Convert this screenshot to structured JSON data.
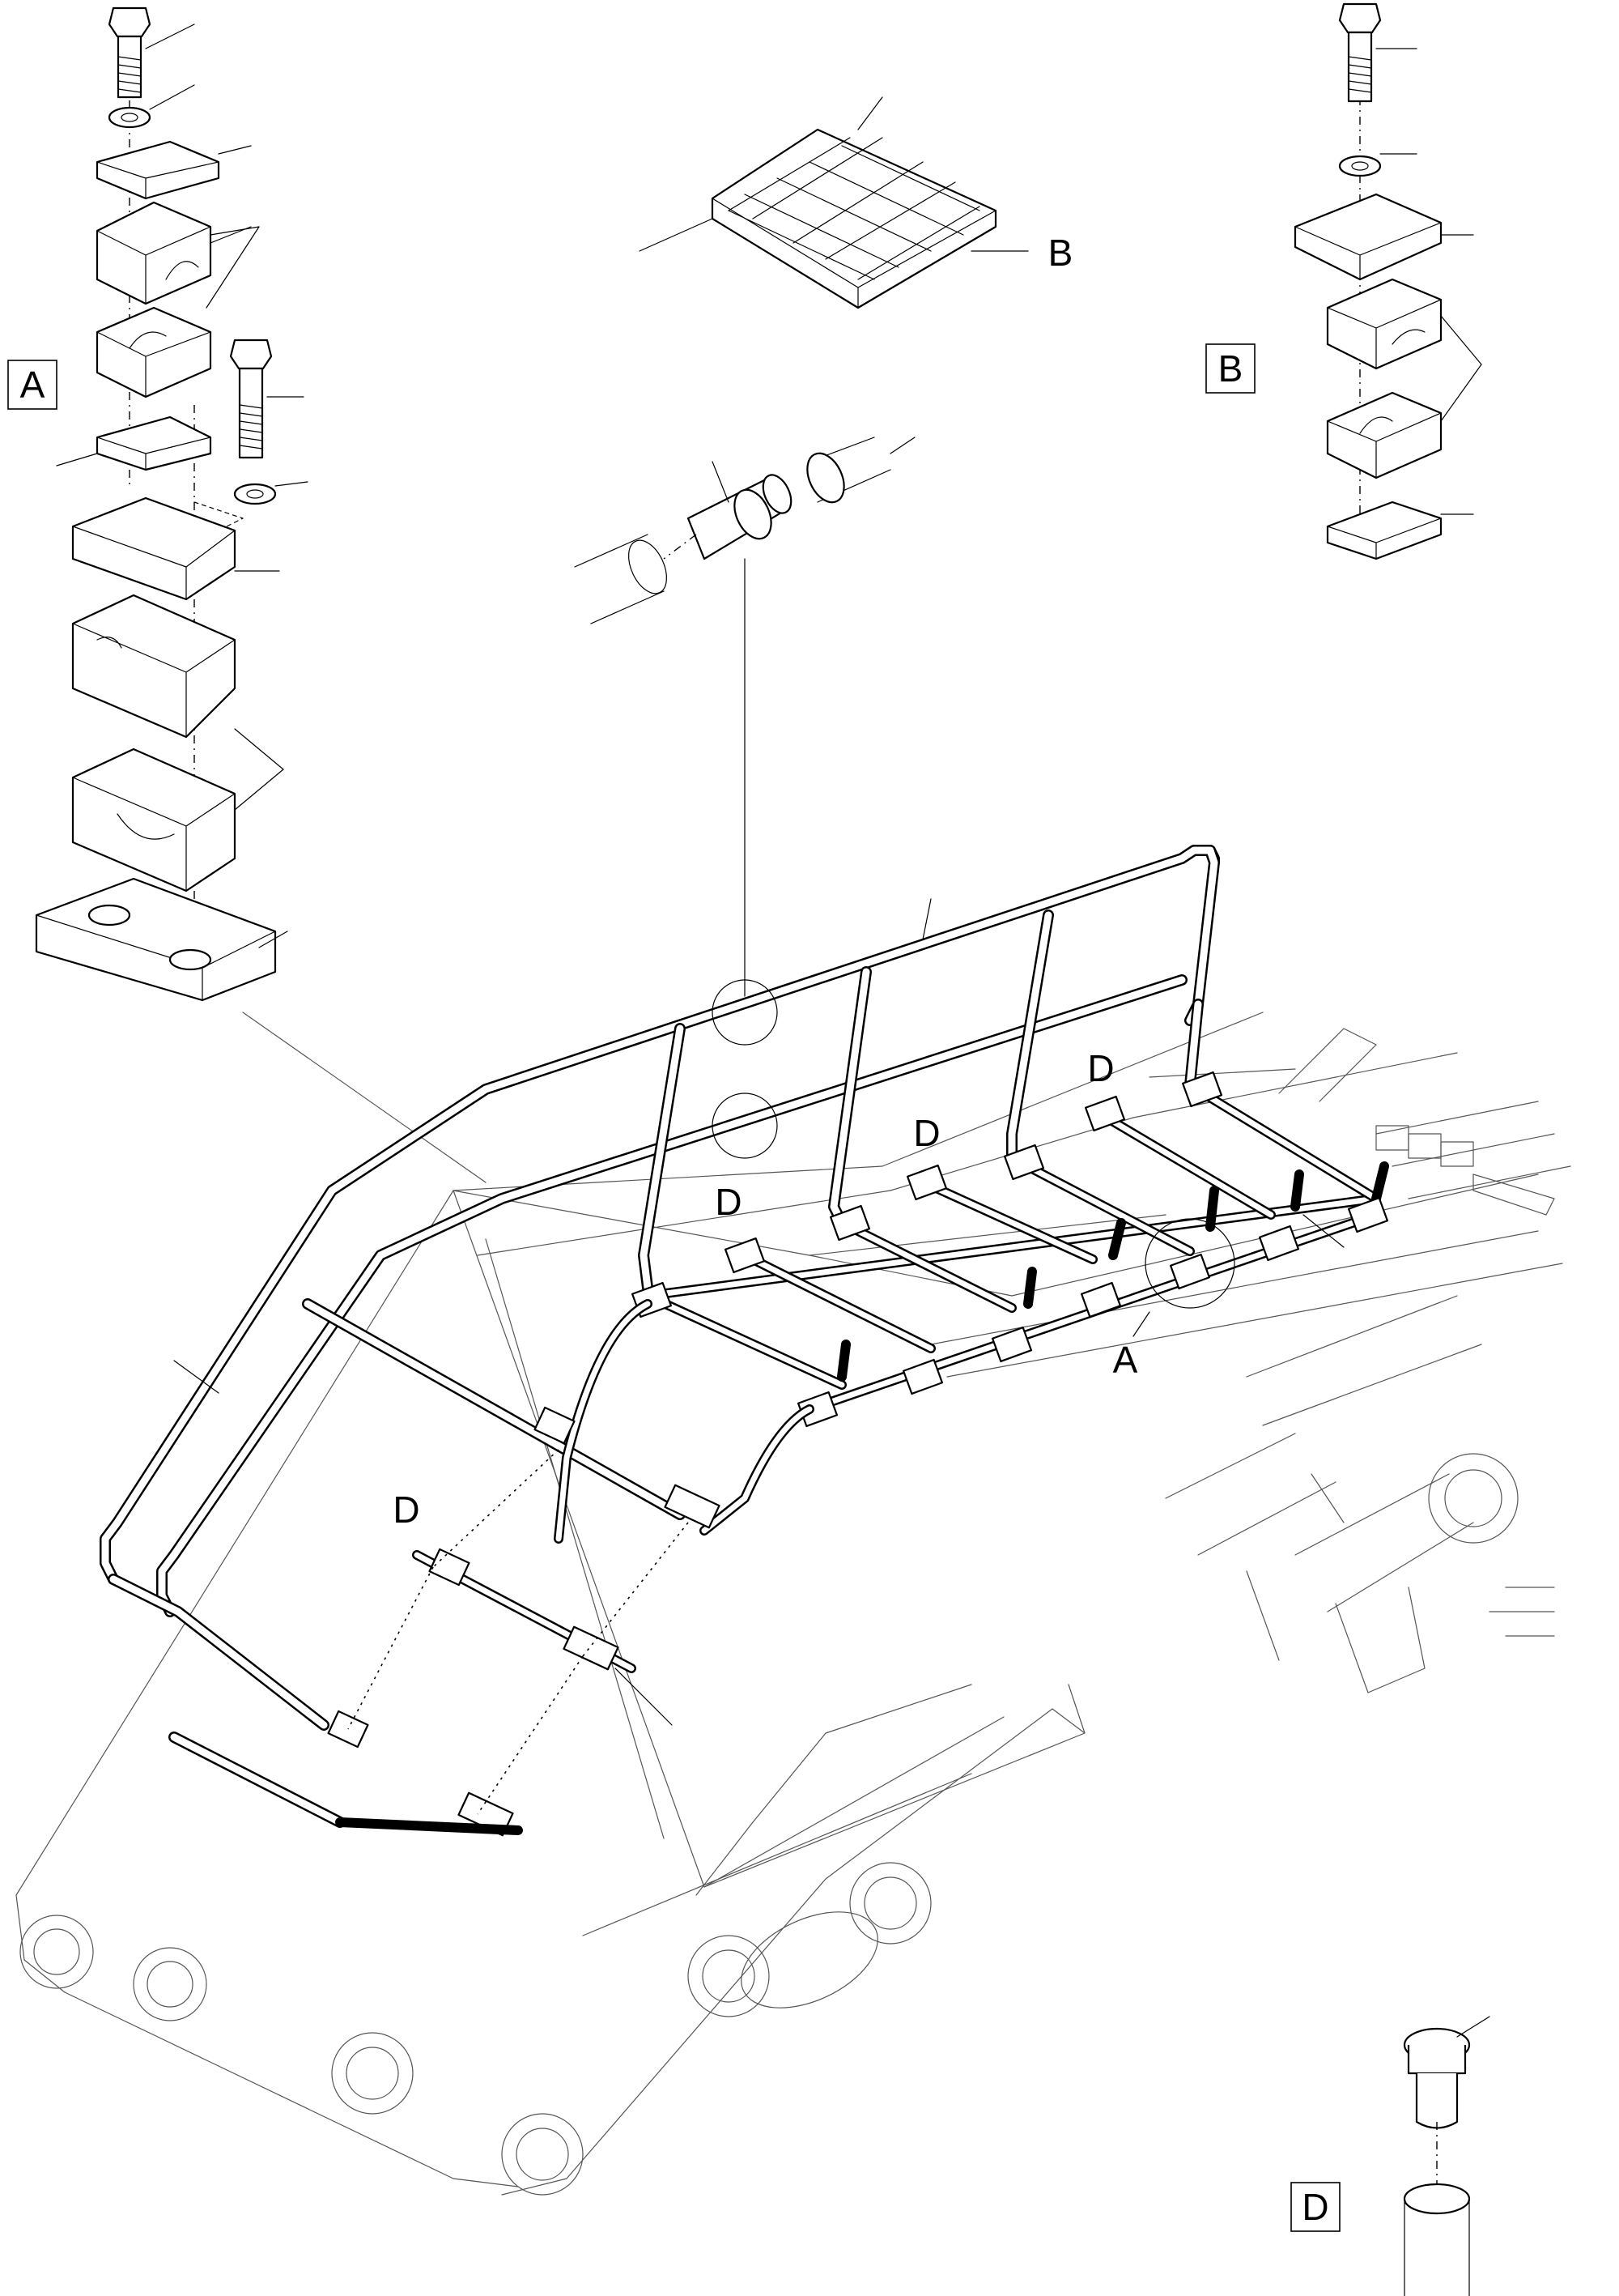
{
  "labels": {
    "detail_a_box": "A",
    "detail_b_box": "B",
    "detail_d_box": "D",
    "pad_callout": "B",
    "circle_callout": "A",
    "support_d_1": "D",
    "support_d_2": "D",
    "support_d_3": "D",
    "support_d_4": "D"
  }
}
